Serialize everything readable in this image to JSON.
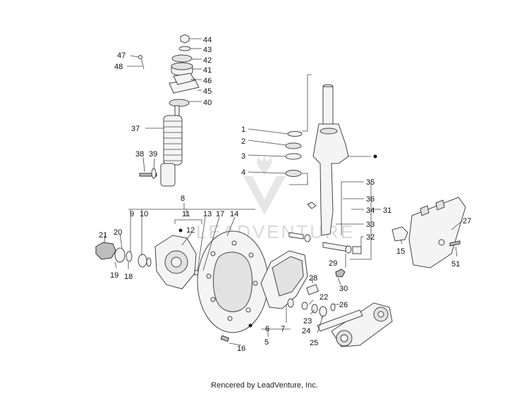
{
  "callouts": {
    "c1": "1",
    "c2": "2",
    "c3": "3",
    "c4": "4",
    "c5": "5",
    "c6": "6",
    "c7": "7",
    "c8": "8",
    "c9": "9",
    "c10": "10",
    "c11": "11",
    "c12": "12",
    "c13": "13",
    "c14": "14",
    "c15": "15",
    "c16": "16",
    "c17": "17",
    "c18": "18",
    "c19": "19",
    "c20": "20",
    "c21": "21",
    "c22": "22",
    "c23": "23",
    "c24": "24",
    "c25": "25",
    "c26": "26",
    "c27": "27",
    "c28": "28",
    "c29": "29",
    "c30": "30",
    "c31": "31",
    "c32": "32",
    "c33": "33",
    "c34": "34",
    "c35": "35",
    "c36": "36",
    "c37": "37",
    "c38": "38",
    "c39": "39",
    "c40": "40",
    "c41": "41",
    "c42": "42",
    "c43": "43",
    "c44": "44",
    "c45": "45",
    "c46": "46",
    "c47": "47",
    "c48": "48",
    "c51": "51"
  },
  "watermark": "LEADVENTURE",
  "credit": "Rencered by LeadVenture, Inc.",
  "colors": {
    "line": "#444444",
    "label": "#111111",
    "watermark": "#d9d9d9"
  }
}
